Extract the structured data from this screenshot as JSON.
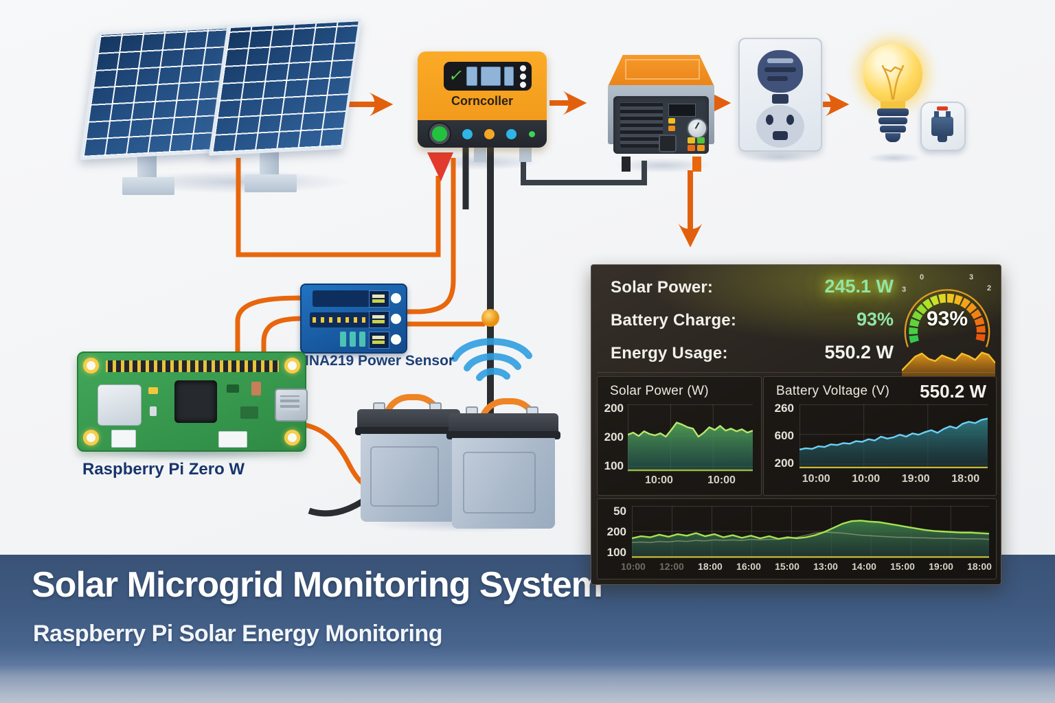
{
  "banner": {
    "title": "Solar Microgrid Monitoring System",
    "subtitle": "Raspberry Pi Solar Energy Monitoring"
  },
  "components": {
    "charge_controller_label": "Corncoller",
    "power_sensor_label": "INA219 Power Sensor",
    "raspberry_pi_label": "Raspberry Pi Zero W"
  },
  "colors": {
    "wire_orange": "#e8660c",
    "value_green": "#8fe6a6",
    "value_white": "#f4f2ec",
    "banner_blue": "#3f5b82",
    "dashboard_bg": "#2a2520"
  },
  "dashboard": {
    "metrics": [
      {
        "label": "Solar Power:",
        "value": "245.1 W",
        "color": "#8fe6a6"
      },
      {
        "label": "Battery Charge:",
        "value": "93%",
        "color": "#8fe6a6"
      },
      {
        "label": "Energy Usage:",
        "value": "550.2 W",
        "color": "#f4f2ec"
      }
    ],
    "gauge": {
      "value": "93%",
      "percent": 93,
      "tick_labels": [
        "3",
        "0",
        "3",
        "2"
      ]
    }
  },
  "chart_data": [
    {
      "id": "solar-power-chart",
      "type": "area",
      "title": "Solar Power  (W)",
      "ylabel_ticks": [
        "200",
        "200",
        "100"
      ],
      "x_ticks": [
        "10:00",
        "10:00"
      ],
      "line_color": "#b8e86a",
      "fill_top": "#55a455",
      "fill_bottom": "#256a64",
      "baseline_color": "#b7c22e",
      "values": [
        55,
        58,
        53,
        60,
        56,
        54,
        57,
        52,
        62,
        73,
        70,
        66,
        64,
        52,
        58,
        66,
        62,
        68,
        61,
        64,
        60,
        63,
        58,
        61
      ]
    },
    {
      "id": "battery-voltage-chart",
      "type": "line",
      "title": "Battery Voltage (V)",
      "corner_value": "550.2 W",
      "ylabel_ticks": [
        "260",
        "600",
        "200"
      ],
      "x_ticks": [
        "10:00",
        "10:00",
        "19:00",
        "18:00"
      ],
      "line_color": "#6cd0f5",
      "fill_top": "#2e7f86",
      "fill_bottom": "#1d3d46",
      "baseline_color": "#d8c431",
      "values": [
        30,
        32,
        31,
        35,
        34,
        38,
        37,
        40,
        39,
        43,
        42,
        46,
        44,
        50,
        47,
        49,
        53,
        50,
        55,
        53,
        57,
        60,
        56,
        62,
        66,
        63,
        70,
        73,
        71,
        76,
        78
      ]
    },
    {
      "id": "energy-usage-chart",
      "type": "area",
      "title": "",
      "ylabel_ticks": [
        "50",
        "200",
        "100"
      ],
      "x_ticks": [
        "10:00",
        "12:00",
        "18:00",
        "16:00",
        "15:00",
        "13:00",
        "14:00",
        "15:00",
        "19:00",
        "18:00"
      ],
      "line_color": "#a6e24e",
      "fill_top": "#3f7f46",
      "fill_bottom": "#27504d",
      "baseline_color": "#d8c431",
      "values": [
        38,
        42,
        40,
        45,
        41,
        46,
        43,
        48,
        42,
        46,
        40,
        44,
        39,
        43,
        38,
        42,
        37,
        40,
        38,
        40,
        44,
        50,
        58,
        66,
        71,
        72,
        70,
        69,
        66,
        63,
        60,
        57,
        54,
        52,
        51,
        50,
        49,
        49,
        48,
        47
      ],
      "secondary_values": [
        30,
        31,
        30,
        32,
        31,
        33,
        32,
        34,
        33,
        35,
        34,
        35,
        34,
        36,
        35,
        36,
        36,
        38,
        40,
        44,
        48,
        50,
        49,
        48,
        46,
        44,
        43,
        42,
        41,
        40,
        40,
        39,
        39,
        38,
        38,
        38,
        37,
        37,
        37,
        36
      ]
    },
    {
      "id": "usage-sparkline",
      "type": "area",
      "title": "",
      "line_color": "#f6bf2a",
      "fill_top": "#f2a21c",
      "fill_bottom": "#b46c10",
      "values": [
        18,
        40,
        62,
        72,
        55,
        48,
        66,
        58,
        50,
        72,
        64,
        52,
        75,
        68,
        42
      ]
    }
  ]
}
